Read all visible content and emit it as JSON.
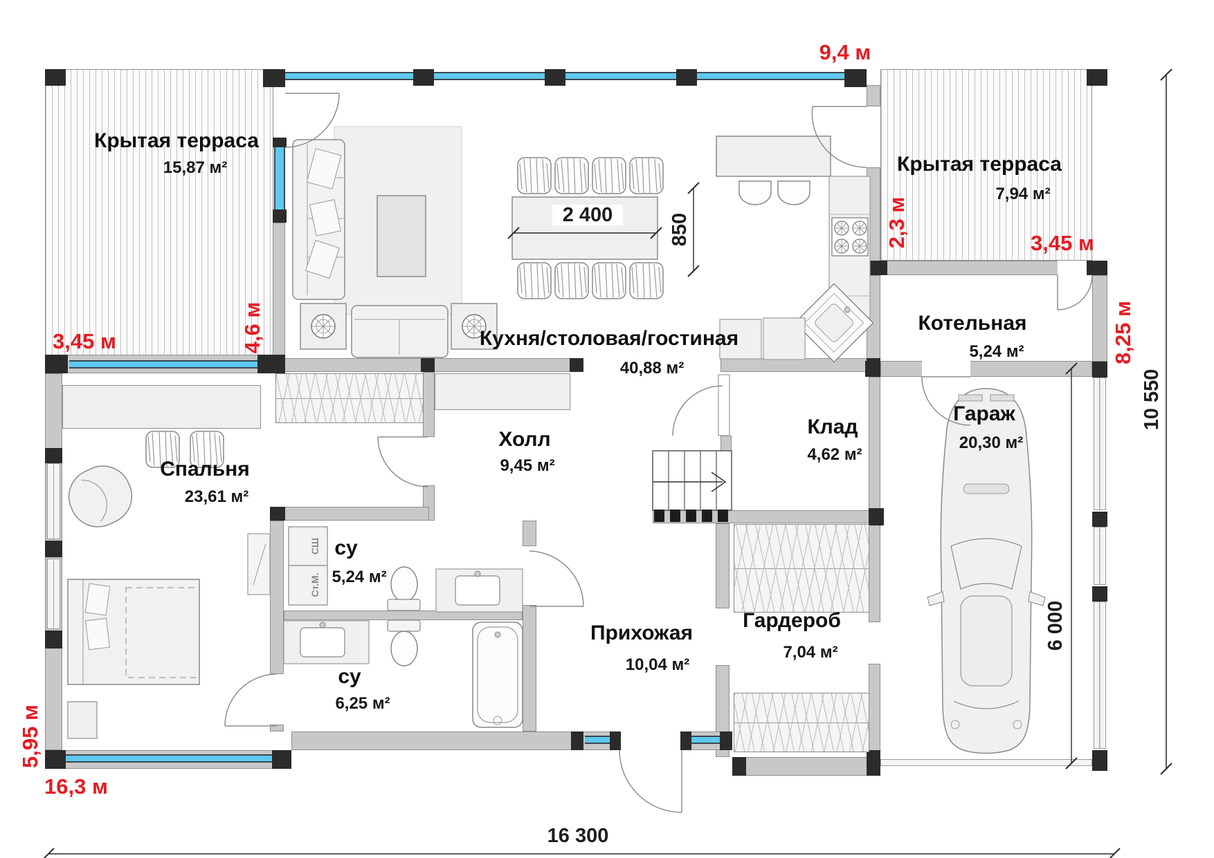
{
  "colors": {
    "red": "#e61b22",
    "window": "#5fc8ef",
    "wall": "#c8c8c8",
    "post": "#2b2b2b"
  },
  "rooms": {
    "terrace_left": {
      "name": "Крытая терраса",
      "area": "15,87 м²"
    },
    "terrace_right": {
      "name": "Крытая терраса",
      "area": "7,94 м²"
    },
    "kitchen_living": {
      "name": "Кухня/столовая/гостиная",
      "area": "40,88 м²"
    },
    "boiler": {
      "name": "Котельная",
      "area": "5,24 м²"
    },
    "bedroom": {
      "name": "Спальня",
      "area": "23,61 м²"
    },
    "hall": {
      "name": "Холл",
      "area": "9,45 м²"
    },
    "storage": {
      "name": "Клад",
      "area": "4,62 м²"
    },
    "garage": {
      "name": "Гараж",
      "area": "20,30 м²"
    },
    "bath_top": {
      "name": "су",
      "area": "5,24 м²"
    },
    "bath_bottom": {
      "name": "су",
      "area": "6,25 м²"
    },
    "entry": {
      "name": "Прихожая",
      "area": "10,04 м²"
    },
    "wardrobe": {
      "name": "Гардероб",
      "area": "7,04 м²"
    }
  },
  "dims": {
    "top_width_red": "9,4 м",
    "terr_r_depth": "2,3 м",
    "terr_r_width": "3,45 м",
    "right_red": "8,25 м",
    "terr_l_width": "3,45 м",
    "terr_l_depth": "4,6 м",
    "left_red": "5,95 м",
    "bottom_left_red": "16,3 м",
    "table_len": "2 400",
    "table_wid": "850",
    "total_h": "10 550",
    "garage_d": "6 000",
    "total_w": "16 300"
  },
  "appliances": {
    "dryer": "СШ",
    "washer": "Ст.М."
  }
}
